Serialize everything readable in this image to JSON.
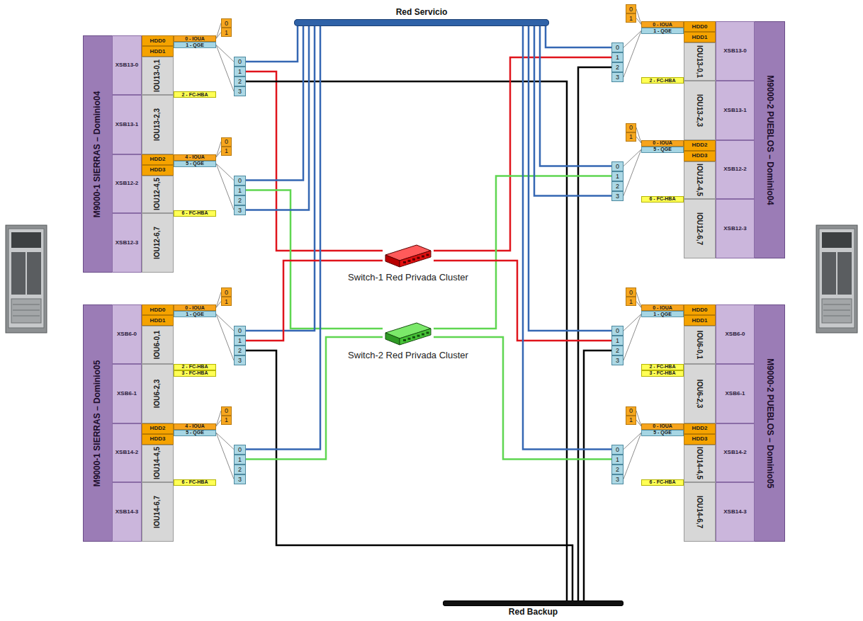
{
  "diagram": {
    "nodes": [
      {
        "text": [
          "Red Servicio"
        ]
      },
      {
        "text": [
          "M9000-1 SIERRAS – Dominio04"
        ]
      },
      {
        "text": [
          "XSB13-0"
        ],
        "in": 1
      },
      {
        "text": [
          "HDD0"
        ],
        "in": 1
      },
      {
        "text": [
          "HDD1"
        ],
        "in": 1
      },
      {
        "text": [
          "IOU13-0,1"
        ],
        "in": 1
      },
      {
        "text": [
          "XSB13-1"
        ],
        "in": 1
      },
      {
        "text": [
          "IOU13-2,3"
        ],
        "in": 1
      },
      {
        "text": [
          "XSB12-2"
        ],
        "in": 1
      },
      {
        "text": [
          "HDD2"
        ],
        "in": 1
      },
      {
        "text": [
          "HDD3"
        ],
        "in": 1
      },
      {
        "text": [
          "IOU12-4,5"
        ],
        "in": 1
      },
      {
        "text": [
          "XSB12-3"
        ],
        "in": 1
      },
      {
        "text": [
          "IOU12-6,7"
        ],
        "in": 1
      },
      {
        "text": [
          "0"
        ]
      },
      {
        "text": [
          "1"
        ]
      },
      {
        "text": [
          "0 - IOUA"
        ]
      },
      {
        "text": [
          "1 - QGE"
        ]
      },
      {
        "text": [
          "0"
        ]
      },
      {
        "text": [
          "1"
        ]
      },
      {
        "text": [
          "2"
        ]
      },
      {
        "text": [
          "3"
        ]
      },
      {
        "text": [
          "2 - FC-HBA"
        ]
      },
      {
        "text": [
          "0"
        ]
      },
      {
        "text": [
          "1"
        ]
      },
      {
        "text": [
          "4 - IOUA"
        ]
      },
      {
        "text": [
          "5 - QGE"
        ]
      },
      {
        "text": [
          "0"
        ]
      },
      {
        "text": [
          "1"
        ]
      },
      {
        "text": [
          "2"
        ]
      },
      {
        "text": [
          "3"
        ]
      },
      {
        "text": [
          "6 - FC-HBA"
        ]
      },
      {
        "text": [
          "M9000-2 PUEBLOS – Dominio04"
        ]
      },
      {
        "text": [
          "XSB13-0"
        ],
        "in": 32
      },
      {
        "text": [
          "HDD0"
        ],
        "in": 32
      },
      {
        "text": [
          "HDD1"
        ],
        "in": 32
      },
      {
        "text": [
          "IOU13-0,1"
        ],
        "in": 32
      },
      {
        "text": [
          "XSB13-1"
        ],
        "in": 32
      },
      {
        "text": [
          "IOU13-2,3"
        ],
        "in": 32
      },
      {
        "text": [
          "XSB12-2"
        ],
        "in": 32
      },
      {
        "text": [
          "HDD2"
        ],
        "in": 32
      },
      {
        "text": [
          "HDD3"
        ],
        "in": 32
      },
      {
        "text": [
          "IOU12-4,5"
        ],
        "in": 32
      },
      {
        "text": [
          "XSB12-3"
        ],
        "in": 32
      },
      {
        "text": [
          "IOU12-6,7"
        ],
        "in": 32
      },
      {
        "text": [
          "0"
        ]
      },
      {
        "text": [
          "1"
        ]
      },
      {
        "text": [
          "0 - IOUA"
        ]
      },
      {
        "text": [
          "1 - QGE"
        ]
      },
      {
        "text": [
          "0"
        ]
      },
      {
        "text": [
          "1"
        ]
      },
      {
        "text": [
          "2"
        ]
      },
      {
        "text": [
          "3"
        ]
      },
      {
        "text": [
          "2 - FC-HBA"
        ]
      },
      {
        "text": [
          "0"
        ]
      },
      {
        "text": [
          "1"
        ]
      },
      {
        "text": [
          "0 - IOUA"
        ]
      },
      {
        "text": [
          "5 - QGE"
        ]
      },
      {
        "text": [
          "0"
        ]
      },
      {
        "text": [
          "1"
        ]
      },
      {
        "text": [
          "2"
        ]
      },
      {
        "text": [
          "3"
        ]
      },
      {
        "text": [
          "6 - FC-HBA"
        ]
      },
      {
        "text": [
          "Switch-1 Red Privada Cluster"
        ]
      },
      {
        "text": [
          "Switch-2 Red Privada Cluster"
        ]
      },
      {
        "text": [
          "M9000-1 SIERRAS – Dominio05"
        ]
      },
      {
        "text": [
          "XSB6-0"
        ],
        "in": 65
      },
      {
        "text": [
          "HDD0"
        ],
        "in": 65
      },
      {
        "text": [
          "HDD1"
        ],
        "in": 65
      },
      {
        "text": [
          "IOU6-0,1"
        ],
        "in": 65
      },
      {
        "text": [
          "XSB6-1"
        ],
        "in": 65
      },
      {
        "text": [
          "IOU6-2,3"
        ],
        "in": 65
      },
      {
        "text": [
          "XSB14-2"
        ],
        "in": 65
      },
      {
        "text": [
          "HDD2"
        ],
        "in": 65
      },
      {
        "text": [
          "HDD3"
        ],
        "in": 65
      },
      {
        "text": [
          "IOU14-4,5"
        ],
        "in": 65
      },
      {
        "text": [
          "XSB14-3"
        ],
        "in": 65
      },
      {
        "text": [
          "IOU14-6,7"
        ],
        "in": 65
      },
      {
        "text": [
          "0"
        ]
      },
      {
        "text": [
          "1"
        ]
      },
      {
        "text": [
          "0 - IOUA"
        ]
      },
      {
        "text": [
          "1 - QGE"
        ]
      },
      {
        "text": [
          "0"
        ]
      },
      {
        "text": [
          "1"
        ]
      },
      {
        "text": [
          "2"
        ]
      },
      {
        "text": [
          "3"
        ]
      },
      {
        "text": [
          "2 - FC-HBA"
        ]
      },
      {
        "text": [
          "3 - FC-HBA"
        ]
      },
      {
        "text": [
          "0"
        ]
      },
      {
        "text": [
          "1"
        ]
      },
      {
        "text": [
          "4 - IOUA"
        ]
      },
      {
        "text": [
          "5 - QGE"
        ]
      },
      {
        "text": [
          "0"
        ]
      },
      {
        "text": [
          "1"
        ]
      },
      {
        "text": [
          "2"
        ]
      },
      {
        "text": [
          "3"
        ]
      },
      {
        "text": [
          "6 - FC-HBA"
        ]
      },
      {
        "text": [
          "M9000-2 PUEBLOS – Dominio05"
        ]
      },
      {
        "text": [
          "XSB6-0"
        ],
        "in": 97
      },
      {
        "text": [
          "HDD0"
        ],
        "in": 97
      },
      {
        "text": [
          "HDD1"
        ],
        "in": 97
      },
      {
        "text": [
          "IOU6-0,1"
        ],
        "in": 97
      },
      {
        "text": [
          "XSB6-1"
        ],
        "in": 97
      },
      {
        "text": [
          "IOU6-2,3"
        ],
        "in": 97
      },
      {
        "text": [
          "XSB14-2"
        ],
        "in": 97
      },
      {
        "text": [
          "HDD2"
        ],
        "in": 97
      },
      {
        "text": [
          "HDD3"
        ],
        "in": 97
      },
      {
        "text": [
          "IOU14-4,5"
        ],
        "in": 97
      },
      {
        "text": [
          "XSB14-3"
        ],
        "in": 97
      },
      {
        "text": [
          "IOU14-6,7"
        ],
        "in": 97
      },
      {
        "text": [
          "0"
        ]
      },
      {
        "text": [
          "1"
        ]
      },
      {
        "text": [
          "0 - IOUA"
        ]
      },
      {
        "text": [
          "1 - QGE"
        ]
      },
      {
        "text": [
          "0"
        ]
      },
      {
        "text": [
          "1"
        ]
      },
      {
        "text": [
          "2"
        ]
      },
      {
        "text": [
          "3"
        ]
      },
      {
        "text": [
          "2 - FC-HBA"
        ]
      },
      {
        "text": [
          "3 - FC-HBA"
        ]
      },
      {
        "text": [
          "0"
        ]
      },
      {
        "text": [
          "1"
        ]
      },
      {
        "text": [
          "0 - IOUA"
        ]
      },
      {
        "text": [
          "5 - QGE"
        ]
      },
      {
        "text": [
          "0"
        ]
      },
      {
        "text": [
          "1"
        ]
      },
      {
        "text": [
          "2"
        ]
      },
      {
        "text": [
          "3"
        ]
      },
      {
        "text": [
          "6 - FC-HBA"
        ]
      },
      {
        "text": [
          "Red Backup"
        ]
      }
    ],
    "edges": [
      {
        "from": 18,
        "to": 0,
        "arrow": "none"
      },
      {
        "from": 19,
        "to": 63,
        "arrow": "none"
      },
      {
        "from": 20,
        "to": 129,
        "arrow": "none"
      },
      {
        "from": 27,
        "to": 0,
        "arrow": "none"
      },
      {
        "from": 28,
        "to": 64,
        "arrow": "none"
      },
      {
        "from": 30,
        "to": 0,
        "arrow": "none"
      },
      {
        "from": 49,
        "to": 0,
        "arrow": "none"
      },
      {
        "from": 50,
        "to": 63,
        "arrow": "none"
      },
      {
        "from": 51,
        "to": 129,
        "arrow": "none"
      },
      {
        "from": 58,
        "to": 0,
        "arrow": "none"
      },
      {
        "from": 59,
        "to": 64,
        "arrow": "none"
      },
      {
        "from": 61,
        "to": 0,
        "arrow": "none"
      },
      {
        "from": 82,
        "to": 0,
        "arrow": "none"
      },
      {
        "from": 83,
        "to": 63,
        "arrow": "none"
      },
      {
        "from": 84,
        "to": 129,
        "arrow": "none"
      },
      {
        "from": 92,
        "to": 0,
        "arrow": "none"
      },
      {
        "from": 93,
        "to": 64,
        "arrow": "none"
      },
      {
        "from": 114,
        "to": 0,
        "arrow": "none"
      },
      {
        "from": 115,
        "to": 63,
        "arrow": "none"
      },
      {
        "from": 116,
        "to": 129,
        "arrow": "none"
      },
      {
        "from": 124,
        "to": 0,
        "arrow": "none"
      },
      {
        "from": 125,
        "to": 64,
        "arrow": "none"
      },
      {
        "from": 16,
        "to": 14,
        "arrow": "none"
      },
      {
        "from": 16,
        "to": 15,
        "arrow": "none"
      },
      {
        "from": 17,
        "to": 18,
        "arrow": "none"
      },
      {
        "from": 17,
        "to": 21,
        "arrow": "none"
      },
      {
        "from": 25,
        "to": 23,
        "arrow": "none"
      },
      {
        "from": 25,
        "to": 24,
        "arrow": "none"
      },
      {
        "from": 26,
        "to": 27,
        "arrow": "none"
      },
      {
        "from": 26,
        "to": 30,
        "arrow": "none"
      },
      {
        "from": 47,
        "to": 45,
        "arrow": "none"
      },
      {
        "from": 47,
        "to": 46,
        "arrow": "none"
      },
      {
        "from": 48,
        "to": 49,
        "arrow": "none"
      },
      {
        "from": 48,
        "to": 52,
        "arrow": "none"
      },
      {
        "from": 56,
        "to": 54,
        "arrow": "none"
      },
      {
        "from": 56,
        "to": 55,
        "arrow": "none"
      },
      {
        "from": 57,
        "to": 58,
        "arrow": "none"
      },
      {
        "from": 57,
        "to": 61,
        "arrow": "none"
      },
      {
        "from": 80,
        "to": 78,
        "arrow": "none"
      },
      {
        "from": 80,
        "to": 79,
        "arrow": "none"
      },
      {
        "from": 81,
        "to": 82,
        "arrow": "none"
      },
      {
        "from": 81,
        "to": 85,
        "arrow": "none"
      },
      {
        "from": 90,
        "to": 88,
        "arrow": "none"
      },
      {
        "from": 90,
        "to": 89,
        "arrow": "none"
      },
      {
        "from": 91,
        "to": 92,
        "arrow": "none"
      },
      {
        "from": 91,
        "to": 95,
        "arrow": "none"
      },
      {
        "from": 112,
        "to": 110,
        "arrow": "none"
      },
      {
        "from": 112,
        "to": 111,
        "arrow": "none"
      },
      {
        "from": 113,
        "to": 114,
        "arrow": "none"
      },
      {
        "from": 113,
        "to": 117,
        "arrow": "none"
      },
      {
        "from": 122,
        "to": 120,
        "arrow": "none"
      },
      {
        "from": 122,
        "to": 121,
        "arrow": "none"
      },
      {
        "from": 123,
        "to": 124,
        "arrow": "none"
      },
      {
        "from": 123,
        "to": 127,
        "arrow": "none"
      }
    ]
  }
}
